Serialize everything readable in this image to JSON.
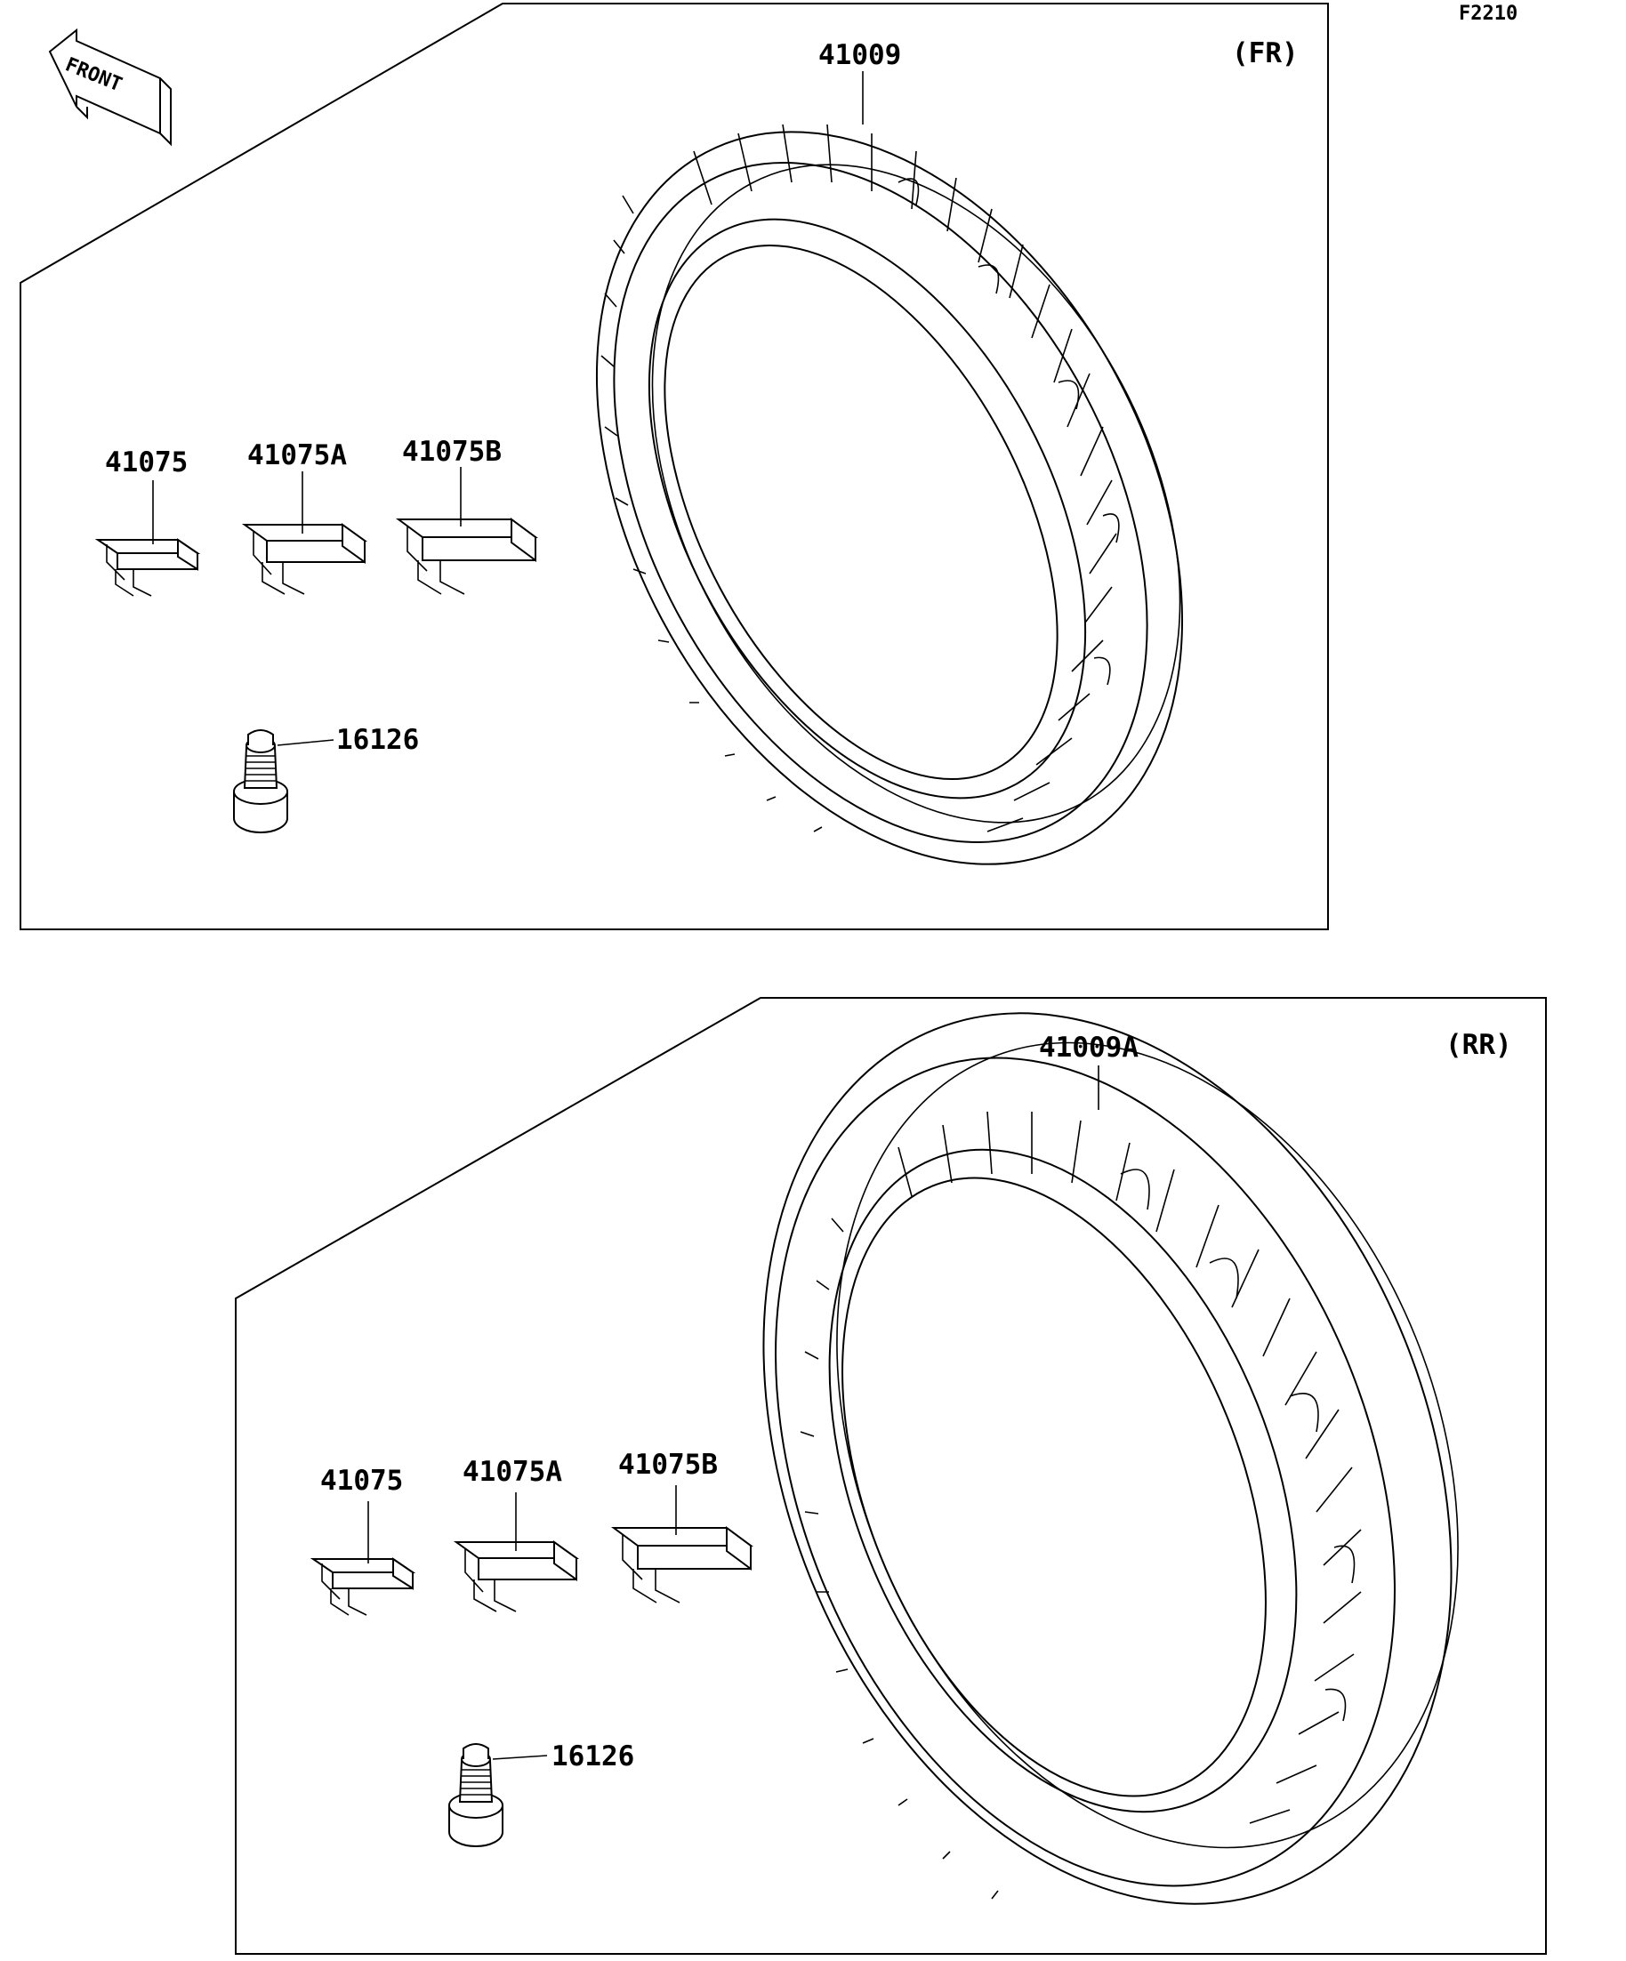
{
  "figure_code": "F2210",
  "front_arrow": {
    "label": "FRONT",
    "icon": "front-direction-arrow-icon"
  },
  "panels": [
    {
      "id": "front",
      "position_label": "(FR)",
      "parts": {
        "tire": "41009",
        "weight_small": "41075",
        "weight_medium": "41075A",
        "weight_large": "41075B",
        "valve": "16126"
      }
    },
    {
      "id": "rear",
      "position_label": "(RR)",
      "parts": {
        "tire": "41009A",
        "weight_small": "41075",
        "weight_medium": "41075A",
        "weight_large": "41075B",
        "valve": "16126"
      }
    }
  ]
}
